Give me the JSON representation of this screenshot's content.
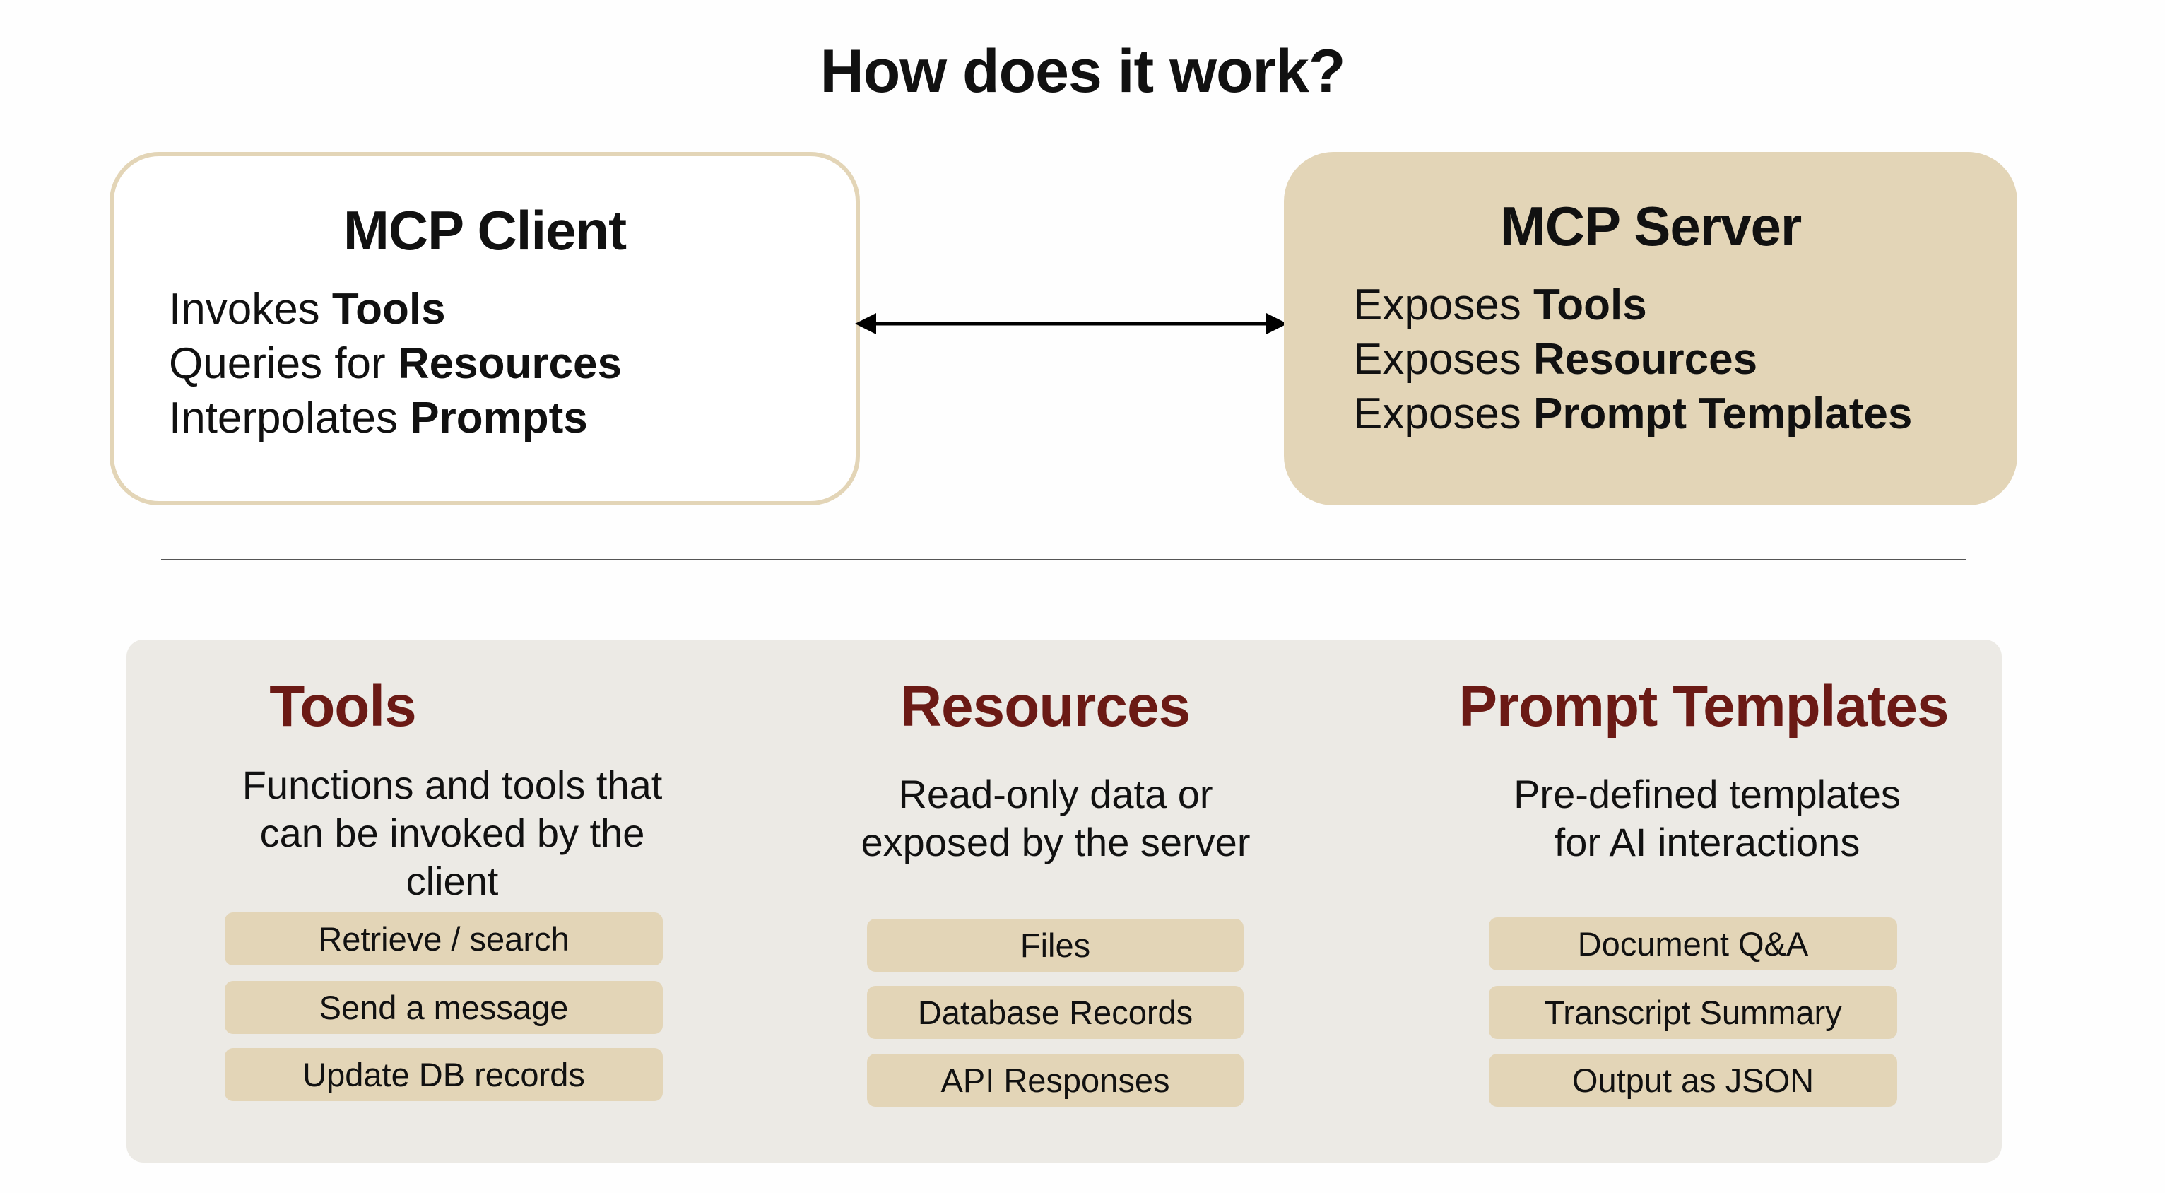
{
  "title": "How does it work?",
  "client": {
    "title": "MCP Client",
    "lines": [
      {
        "verb": "Invokes ",
        "object": "Tools"
      },
      {
        "verb": "Queries for ",
        "object": "Resources"
      },
      {
        "verb": "Interpolates ",
        "object": "Prompts"
      }
    ]
  },
  "server": {
    "title": "MCP Server",
    "lines": [
      {
        "verb": "Exposes ",
        "object": "Tools"
      },
      {
        "verb": "Exposes ",
        "object": "Resources"
      },
      {
        "verb": "Exposes ",
        "object": "Prompt Templates"
      }
    ]
  },
  "connector": {
    "type": "bidirectional-arrow"
  },
  "primitives": [
    {
      "title": "Tools",
      "description_lines": [
        "Functions and tools that",
        "can be invoked by the",
        "client"
      ],
      "examples": [
        "Retrieve / search",
        "Send a message",
        "Update DB records"
      ]
    },
    {
      "title": "Resources",
      "description_lines": [
        "Read-only data or",
        "exposed by the server"
      ],
      "examples": [
        "Files",
        "Database Records",
        "API Responses"
      ]
    },
    {
      "title": "Prompt Templates",
      "description_lines": [
        "Pre-defined templates",
        "for AI interactions"
      ],
      "examples": [
        "Document Q&A",
        "Transcript Summary",
        "Output as JSON"
      ]
    }
  ],
  "colors": {
    "accent_title": "#6b1a15",
    "chip": "#e3d5b7",
    "panel": "#eceae5",
    "client_border": "#e3d5b7",
    "server_fill": "#e3d5b7"
  }
}
